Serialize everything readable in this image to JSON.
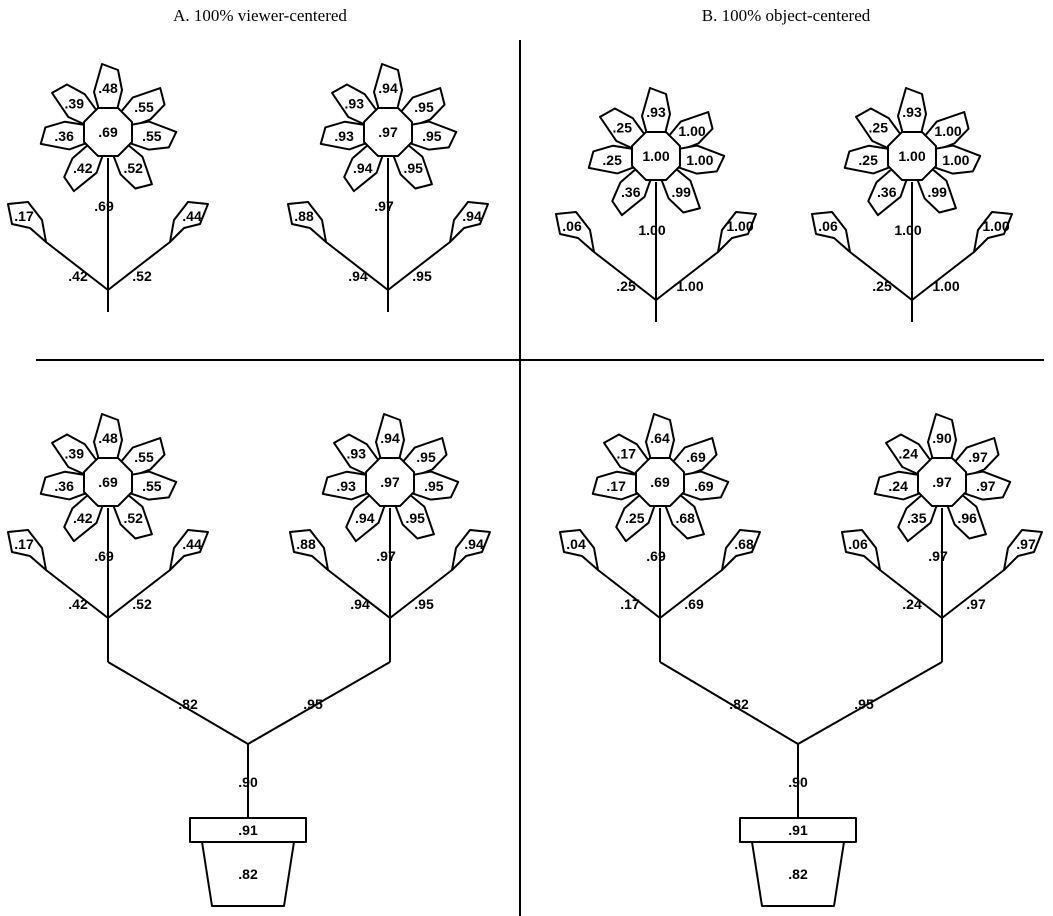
{
  "titles": {
    "a": "A. 100% viewer-centered",
    "b": "B. 100% object-centered"
  },
  "panels": [
    {
      "id": "top-a",
      "flowers": [
        {
          "center": ".69",
          "petals": [
            ".48",
            ".55",
            ".55",
            ".52",
            ".42",
            ".36",
            ".39"
          ],
          "stem": ".69",
          "leaf_left": ".17",
          "leaf_right": ".44",
          "branch_left": ".42",
          "branch_right": ".52"
        },
        {
          "center": ".97",
          "petals": [
            ".94",
            ".95",
            ".95",
            ".95",
            ".94",
            ".93",
            ".93"
          ],
          "stem": ".97",
          "leaf_left": ".88",
          "leaf_right": ".94",
          "branch_left": ".94",
          "branch_right": ".95"
        }
      ]
    },
    {
      "id": "top-b",
      "flowers": [
        {
          "center": "1.00",
          "petals": [
            ".93",
            "1.00",
            "1.00",
            ".99",
            ".36",
            ".25",
            ".25"
          ],
          "stem": "1.00",
          "leaf_left": ".06",
          "leaf_right": "1.00",
          "branch_left": ".25",
          "branch_right": "1.00"
        },
        {
          "center": "1.00",
          "petals": [
            ".93",
            "1.00",
            "1.00",
            ".99",
            ".36",
            ".25",
            ".25"
          ],
          "stem": "1.00",
          "leaf_left": ".06",
          "leaf_right": "1.00",
          "branch_left": ".25",
          "branch_right": "1.00"
        }
      ]
    },
    {
      "id": "bottom-a",
      "flowers": [
        {
          "center": ".69",
          "petals": [
            ".48",
            ".55",
            ".55",
            ".52",
            ".42",
            ".36",
            ".39"
          ],
          "stem": ".69",
          "leaf_left": ".17",
          "leaf_right": ".44",
          "branch_left": ".42",
          "branch_right": ".52"
        },
        {
          "center": ".97",
          "petals": [
            ".94",
            ".95",
            ".95",
            ".95",
            ".94",
            ".93",
            ".93"
          ],
          "stem": ".97",
          "leaf_left": ".88",
          "leaf_right": ".94",
          "branch_left": ".94",
          "branch_right": ".95"
        }
      ],
      "trunk": {
        "left": ".82",
        "right": ".95",
        "stem": ".90",
        "pot_rim": ".91",
        "pot_body": ".82"
      }
    },
    {
      "id": "bottom-b",
      "flowers": [
        {
          "center": ".69",
          "petals": [
            ".64",
            ".69",
            ".69",
            ".68",
            ".25",
            ".17",
            ".17"
          ],
          "stem": ".69",
          "leaf_left": ".04",
          "leaf_right": ".68",
          "branch_left": ".17",
          "branch_right": ".69"
        },
        {
          "center": ".97",
          "petals": [
            ".90",
            ".97",
            ".97",
            ".96",
            ".35",
            ".24",
            ".24"
          ],
          "stem": ".97",
          "leaf_left": ".06",
          "leaf_right": ".97",
          "branch_left": ".24",
          "branch_right": ".97"
        }
      ],
      "trunk": {
        "left": ".82",
        "right": ".95",
        "stem": ".90",
        "pot_rim": ".91",
        "pot_body": ".82"
      }
    }
  ]
}
